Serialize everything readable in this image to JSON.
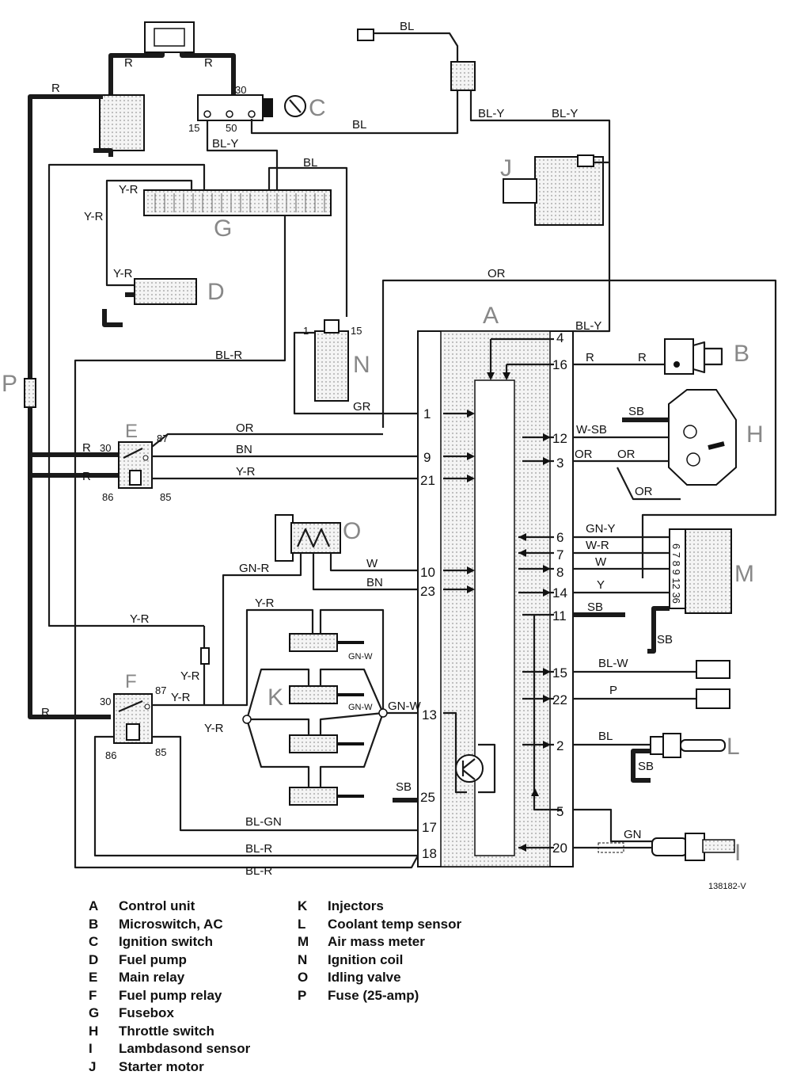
{
  "components": {
    "A": "A",
    "B": "B",
    "C": "C",
    "D": "D",
    "E": "E",
    "F": "F",
    "G": "G",
    "H": "H",
    "I": "I",
    "J": "J",
    "K": "K",
    "L": "L",
    "M": "M",
    "N": "N",
    "O": "O",
    "P": "P"
  },
  "pins": {
    "p1": "1",
    "p9": "9",
    "p21": "21",
    "p10": "10",
    "p23": "23",
    "p13": "13",
    "p25": "25",
    "p17": "17",
    "p18": "18",
    "p4": "4",
    "p16": "16",
    "p12": "12",
    "p3": "3",
    "p6": "6",
    "p7": "7",
    "p8": "8",
    "p14": "14",
    "p11": "11",
    "p15": "15",
    "p22": "22",
    "p2": "2",
    "p5": "5",
    "p20": "20"
  },
  "terminals": {
    "c30": "30",
    "c15": "15",
    "c50": "50",
    "e30": "30",
    "e87": "87",
    "e86": "86",
    "e85": "85",
    "f30": "30",
    "f87": "87",
    "f86": "86",
    "f85": "85",
    "n1": "1",
    "n15": "15",
    "m_pins": "6 7 8 9 12 36"
  },
  "wires": {
    "r_bat1": "R",
    "r_bat2": "R",
    "r_left": "R",
    "bl_top": "BL",
    "bl_ign": "BL",
    "bly1": "BL-Y",
    "bly2": "BL-Y",
    "bly_ign": "BL-Y",
    "bl_fuse": "BL",
    "yr_g": "Y-R",
    "yr_side": "Y-R",
    "yr_d": "Y-R",
    "or_top": "OR",
    "bly_4": "BL-Y",
    "r_16": "R",
    "r_b": "R",
    "blr_n": "BL-R",
    "gr_1": "GR",
    "or_e": "OR",
    "bn_9": "BN",
    "yr_21": "Y-R",
    "r_e1": "R",
    "r_e2": "R",
    "wsb": "W-SB",
    "sb_h": "SB",
    "or_3a": "OR",
    "or_3b": "OR",
    "or_3c": "OR",
    "gny": "GN-Y",
    "wr": "W-R",
    "w_8": "W",
    "y_14": "Y",
    "sb_11": "SB",
    "sb_m": "SB",
    "gnr": "GN-R",
    "w_10": "W",
    "bn_23": "BN",
    "yr_k": "Y-R",
    "yr_f1": "Y-R",
    "yr_f2": "Y-R",
    "yr_f3": "Y-R",
    "yr_f4": "Y-R",
    "gnw1": "GN-W",
    "gnw2": "GN-W",
    "gnw3": "GN-W",
    "blw": "BL-W",
    "p_22": "P",
    "bl_2": "BL",
    "sb_l": "SB",
    "gn_20": "GN",
    "sb_25": "SB",
    "r_f": "R",
    "blgn": "BL-GN",
    "blr_18": "BL-R",
    "blr_bot": "BL-R"
  },
  "figure_code": "138182-V",
  "legend": [
    {
      "key": "A",
      "label": "Control unit"
    },
    {
      "key": "B",
      "label": "Microswitch, AC"
    },
    {
      "key": "C",
      "label": "Ignition switch"
    },
    {
      "key": "D",
      "label": "Fuel pump"
    },
    {
      "key": "E",
      "label": "Main relay"
    },
    {
      "key": "F",
      "label": "Fuel pump relay"
    },
    {
      "key": "G",
      "label": "Fusebox"
    },
    {
      "key": "H",
      "label": "Throttle switch"
    },
    {
      "key": "I",
      "label": "Lambdasond sensor"
    },
    {
      "key": "J",
      "label": "Starter motor"
    },
    {
      "key": "K",
      "label": "Injectors"
    },
    {
      "key": "L",
      "label": "Coolant temp sensor"
    },
    {
      "key": "M",
      "label": "Air mass meter"
    },
    {
      "key": "N",
      "label": "Ignition coil"
    },
    {
      "key": "O",
      "label": "Idling valve"
    },
    {
      "key": "P",
      "label": "Fuse (25-amp)"
    }
  ],
  "colors": {
    "ink": "#111111",
    "letter": "#888888",
    "shade": "#e9e9e9"
  }
}
